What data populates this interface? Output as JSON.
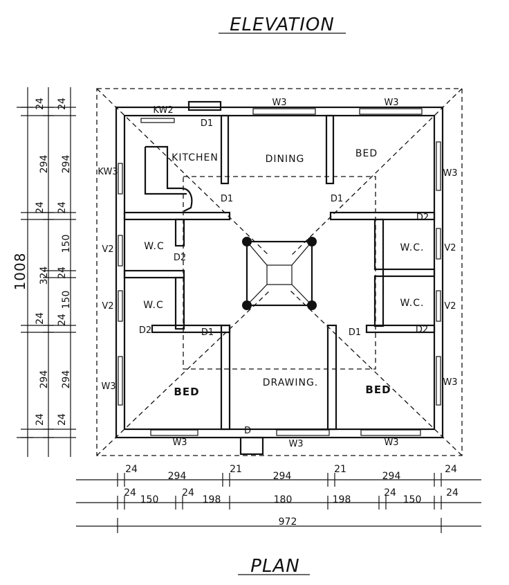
{
  "titles": {
    "top": "ELEVATION",
    "bottom": "PLAN"
  },
  "rooms": {
    "kitchen": "KITCHEN",
    "dining": "DINING",
    "bed_top": "BED",
    "wc_left_top": "W.C",
    "wc_left_bottom": "W.C",
    "wc_right_top": "W.C.",
    "wc_right_bottom": "W.C.",
    "bed_left": "BED",
    "drawing": "DRAWING.",
    "bed_right": "BED"
  },
  "openings": {
    "kw2": "KW2",
    "kw3": "KW3",
    "w3_top_1": "W3",
    "w3_top_2": "W3",
    "w3_right_1": "W3",
    "w3_right_2": "W3",
    "w3_left": "W3",
    "w3_bottom_1": "W3",
    "w3_bottom_2": "W3",
    "w3_bottom_3": "W3",
    "v2_left_1": "V2",
    "v2_left_2": "V2",
    "v2_right_1": "V2",
    "v2_right_2": "V2",
    "d1_kitchen": "D1",
    "d1_dining_left": "D1",
    "d1_dining_right": "D1",
    "d1_bed_left": "D1",
    "d1_bed_right": "D1",
    "d2_right_top": "D2",
    "d2_wc_left": "D2",
    "d2_left_bottom": "D2",
    "d2_right_bottom": "D2",
    "d_main": "D"
  },
  "dimensions": {
    "horizontal_row1": [
      "24",
      "294",
      "21",
      "294",
      "21",
      "294",
      "24"
    ],
    "horizontal_row2": [
      "24",
      "150",
      "24",
      "198",
      "180",
      "198",
      "24",
      "150",
      "24"
    ],
    "horizontal_total": "972",
    "vertical_col1": [
      "24",
      "294",
      "24",
      "324",
      "24",
      "294",
      "24"
    ],
    "vertical_col2": [
      "24",
      "294",
      "24",
      "150",
      "24",
      "150",
      "24",
      "294",
      "24"
    ],
    "vertical_total": "1008"
  }
}
